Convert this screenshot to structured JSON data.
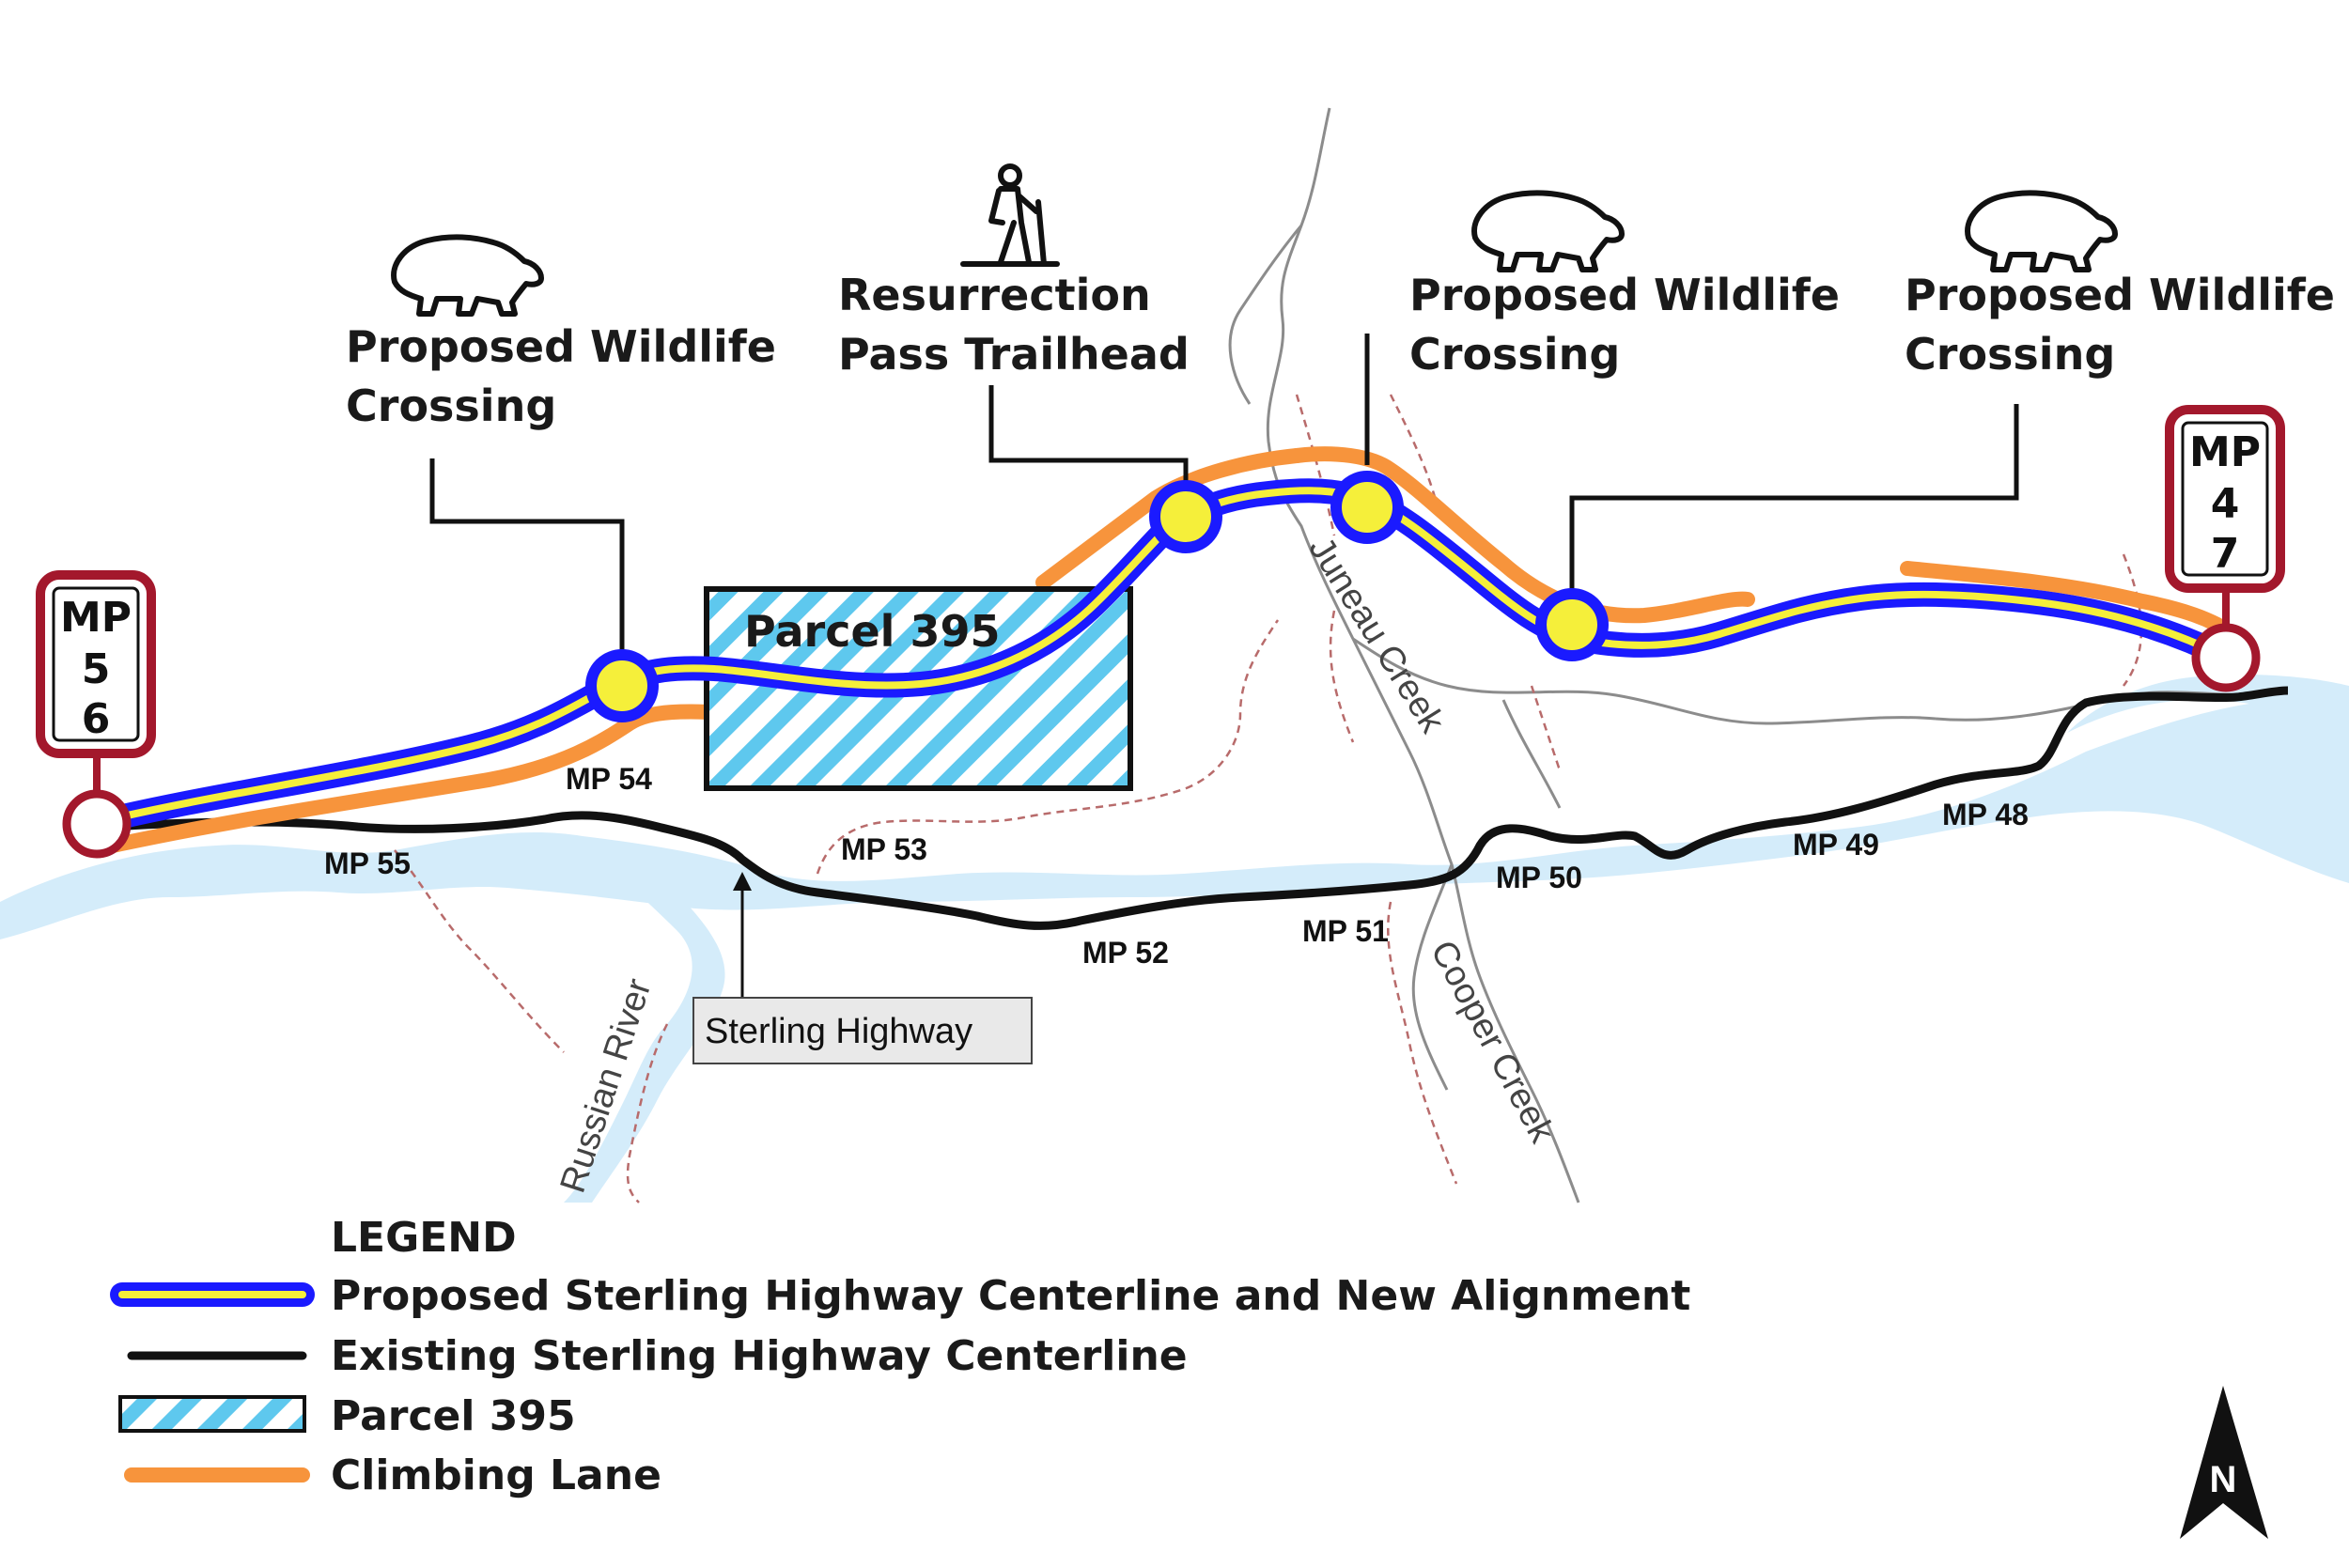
{
  "colors": {
    "proposed_outer": "#1a1aff",
    "proposed_inner": "#f5ef3a",
    "existing": "#111111",
    "parcel_hatch": "#5ec8ee",
    "climbing": "#f7943c",
    "river": "#d4ecfa",
    "creek": "#8c8c8c",
    "trail": "#b86b6b",
    "sign_border": "#a3182c",
    "node_fill": "#f5ef3a"
  },
  "signs": {
    "west": {
      "lines": [
        "MP",
        "5",
        "6"
      ]
    },
    "east": {
      "lines": [
        "MP",
        "4",
        "7"
      ]
    }
  },
  "callouts": {
    "wildlife_1": {
      "line1": "Proposed Wildlife",
      "line2": "Crossing",
      "icon": "bear-icon"
    },
    "trailhead": {
      "line1": "Resurrection",
      "line2": "Pass Trailhead",
      "icon": "hiker-icon"
    },
    "wildlife_2": {
      "line1": "Proposed Wildlife",
      "line2": "Crossing",
      "icon": "bear-icon"
    },
    "wildlife_3": {
      "line1": "Proposed Wildlife",
      "line2": "Crossing",
      "icon": "bear-icon"
    }
  },
  "parcel": {
    "label": "Parcel 395"
  },
  "mileposts": [
    "MP 55",
    "MP 54",
    "MP 53",
    "MP 52",
    "MP 51",
    "MP 50",
    "MP 49",
    "MP 48"
  ],
  "water_labels": {
    "russian_river": "Russian River",
    "juneau_creek": "Juneau Creek",
    "cooper_creek": "Cooper Creek"
  },
  "highway_label": "Sterling Highway",
  "legend": {
    "title": "LEGEND",
    "items": [
      "Proposed Sterling Highway Centerline and New Alignment",
      "Existing Sterling Highway Centerline",
      "Parcel 395",
      "Climbing Lane"
    ]
  },
  "north_arrow": {
    "label": "N"
  }
}
